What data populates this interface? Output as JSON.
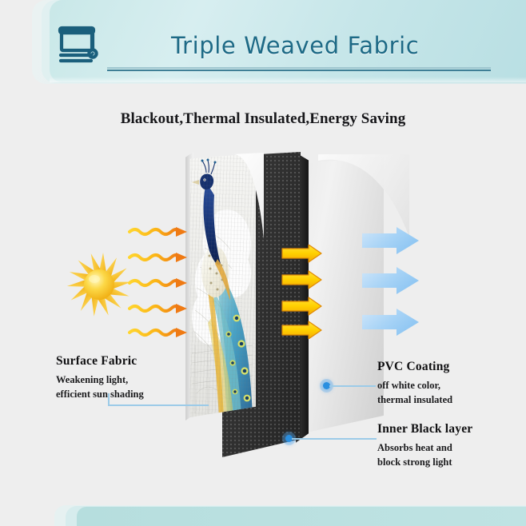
{
  "header": {
    "title": "Triple Weaved Fabric",
    "icon": "roller-blind-icon",
    "bg_color": "#c9e8e8",
    "title_color": "#1d6a86"
  },
  "subtitle": {
    "text": "Blackout,Thermal Insulated,Energy Saving"
  },
  "diagram": {
    "layers": [
      {
        "id": "surface-fabric",
        "name": "Surface Fabric",
        "pattern": "peacock-print",
        "color": "#efefec"
      },
      {
        "id": "inner-black-layer",
        "name": "Inner Black layer",
        "pattern": "dotted-black",
        "color": "#2a2a2a"
      },
      {
        "id": "pvc-coating",
        "name": "PVC Coating",
        "pattern": "plain",
        "color": "#e6e6e6"
      }
    ],
    "sun": {
      "icon": "sun-icon",
      "color": "#f4c01e"
    },
    "incoming_rays": {
      "count": 5,
      "icon": "wavy-arrow-icon",
      "color": "#f5a623"
    },
    "blocked_heat": {
      "count": 4,
      "icon": "block-arrow-icon",
      "color": "#ffd400"
    },
    "cool_air": {
      "count": 3,
      "icon": "block-arrow-icon",
      "color": "#a8d4f5"
    }
  },
  "callouts": [
    {
      "id": "surface-fabric",
      "title": "Surface Fabric",
      "lines": [
        "Weakening light,",
        "efficient sun shading"
      ]
    },
    {
      "id": "pvc-coating",
      "title": "PVC Coating",
      "lines": [
        "off white color,",
        "thermal insulated"
      ]
    },
    {
      "id": "inner-black-layer",
      "title": "Inner Black layer",
      "lines": [
        "Absorbs heat and",
        "block strong light"
      ]
    }
  ],
  "footer": {
    "bg_color": "#b6dede"
  }
}
